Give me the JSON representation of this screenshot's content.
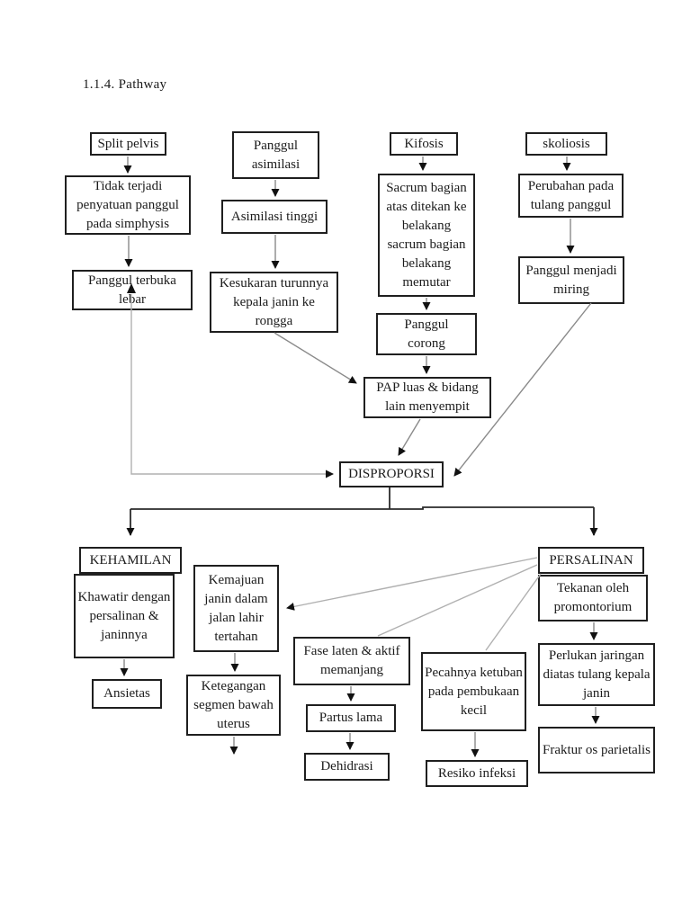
{
  "page": {
    "title": "1.1.4. Pathway"
  },
  "palette": {
    "background": "#ffffff",
    "box_border": "#1f1f1f",
    "text": "#1b1b1b",
    "connector": "#8a8a8a",
    "connector_light": "#b0b0b0",
    "branch_line": "#2b2b2b",
    "arrowhead": "#111111"
  },
  "nodes": {
    "split_pelvis": {
      "label": "Split pelvis"
    },
    "panggul_asimilasi": {
      "label": "Panggul asimilasi"
    },
    "kifosis": {
      "label": "Kifosis"
    },
    "skoliosis": {
      "label": "skoliosis"
    },
    "tidak_terjadi": {
      "label": "Tidak terjadi penyatuan panggul pada simphysis"
    },
    "asimilasi_tinggi": {
      "label": "Asimilasi tinggi"
    },
    "sacrum": {
      "label": "Sacrum bagian atas ditekan ke belakang sacrum bagian belakang memutar"
    },
    "perubahan_tulang": {
      "label": "Perubahan pada tulang panggul"
    },
    "panggul_terbuka": {
      "label": "Panggul terbuka lebar"
    },
    "kesukaran": {
      "label": "Kesukaran turunnya kepala janin ke rongga"
    },
    "panggul_corong": {
      "label": "Panggul corong"
    },
    "panggul_miring": {
      "label": "Panggul menjadi miring"
    },
    "pap_luas": {
      "label": "PAP luas & bidang lain menyempit"
    },
    "disproporsi": {
      "label": "DISPROPORSI"
    },
    "kehamilan": {
      "label": "KEHAMILAN"
    },
    "khawatir": {
      "label": "Khawatir dengan persalinan & janinnya"
    },
    "ansietas": {
      "label": "Ansietas"
    },
    "kemajuan": {
      "label": "Kemajuan janin dalam jalan lahir tertahan"
    },
    "ketegangan": {
      "label": "Ketegangan segmen bawah uterus"
    },
    "fase_laten": {
      "label": "Fase laten & aktif memanjang"
    },
    "partus_lama": {
      "label": "Partus lama"
    },
    "dehidrasi": {
      "label": "Dehidrasi"
    },
    "pecahnya": {
      "label": "Pecahnya ketuban pada pembukaan kecil"
    },
    "resiko_infeksi": {
      "label": "Resiko infeksi"
    },
    "persalinan": {
      "label": "PERSALINAN"
    },
    "tekanan": {
      "label": "Tekanan oleh promontorium"
    },
    "perlukan": {
      "label": "Perlukan jaringan diatas tulang kepala janin"
    },
    "fraktur": {
      "label": "Fraktur os parietalis"
    }
  },
  "edges": [
    {
      "from": "split_pelvis",
      "to": "tidak_terjadi"
    },
    {
      "from": "tidak_terjadi",
      "to": "panggul_terbuka"
    },
    {
      "from": "panggul_terbuka",
      "to": "disproporsi"
    },
    {
      "from": "panggul_asimilasi",
      "to": "asimilasi_tinggi"
    },
    {
      "from": "asimilasi_tinggi",
      "to": "kesukaran"
    },
    {
      "from": "kesukaran",
      "to": "pap_luas"
    },
    {
      "from": "kifosis",
      "to": "sacrum"
    },
    {
      "from": "sacrum",
      "to": "panggul_corong"
    },
    {
      "from": "panggul_corong",
      "to": "pap_luas"
    },
    {
      "from": "pap_luas",
      "to": "disproporsi"
    },
    {
      "from": "skoliosis",
      "to": "perubahan_tulang"
    },
    {
      "from": "perubahan_tulang",
      "to": "panggul_miring"
    },
    {
      "from": "panggul_miring",
      "to": "disproporsi"
    },
    {
      "from": "disproporsi",
      "to": "kehamilan"
    },
    {
      "from": "disproporsi",
      "to": "persalinan"
    },
    {
      "from": "khawatir",
      "to": "ansietas"
    },
    {
      "from": "kemajuan",
      "to": "ketegangan"
    },
    {
      "from": "persalinan",
      "to": "kemajuan"
    },
    {
      "from": "persalinan",
      "to": "fase_laten"
    },
    {
      "from": "persalinan",
      "to": "pecahnya"
    },
    {
      "from": "fase_laten",
      "to": "partus_lama"
    },
    {
      "from": "partus_lama",
      "to": "dehidrasi"
    },
    {
      "from": "pecahnya",
      "to": "resiko_infeksi"
    },
    {
      "from": "tekanan",
      "to": "perlukan"
    },
    {
      "from": "perlukan",
      "to": "fraktur"
    }
  ]
}
